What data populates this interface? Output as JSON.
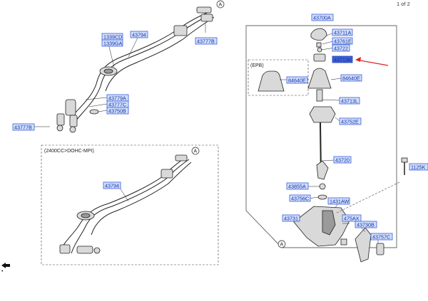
{
  "page": {
    "indicator": "1 of 2"
  },
  "callout_a": "A",
  "section_top": {
    "labels": {
      "p1339cd": "1339CD",
      "p1339ga": "1339GA",
      "p43794": "43794",
      "p43777b_right": "43777B",
      "p43779a": "43779A",
      "p43777c": "43777C",
      "p43750b": "43750B",
      "p43777b_left": "43777B"
    }
  },
  "section_variant": {
    "title": "(2400CC>DOHC-MPI)",
    "labels": {
      "p43794": "43794"
    }
  },
  "section_shifter": {
    "epb_title": "(EPB)",
    "labels": {
      "p43700a": "43700A",
      "p43711a": "43711A",
      "p43761e": "43761E",
      "p43722": "43722",
      "p43713k": "43713K",
      "p84640e_left": "84640E",
      "p84640e_right": "84640E",
      "p43713l": "43713L",
      "p43752e": "43752E",
      "p43720": "43720",
      "p1125k": "1125K",
      "p43855a": "43855A",
      "p43756c": "43756C",
      "p1431aw": "1431AW",
      "p475ax": "475AX",
      "p43731": "43731",
      "p43730b": "43730B",
      "p43757c": "43757C"
    }
  },
  "colors": {
    "label_fill": "#cfe0ff",
    "label_stroke": "#3b5bd6",
    "highlight": "#3d63d8",
    "arrow": "#e02020"
  },
  "icons": [
    "arrow-left-icon",
    "callout-a-icon"
  ]
}
